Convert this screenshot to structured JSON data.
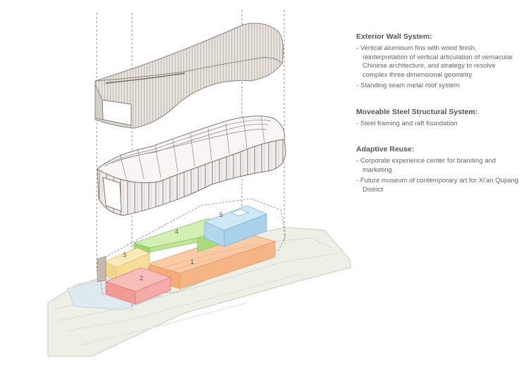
{
  "legend": [
    {
      "title": "Exterior Wall System:",
      "items": [
        "Vertical aluminum fins with wood finish, reinterpretation of vertical articulation of vernacular Chinese architecture, and strategy to resolve complex three dimensional geometry",
        "Standing seam metal roof system"
      ]
    },
    {
      "title": "Moveable Steel Structural System:",
      "items": [
        "Steel framing and raft foundation"
      ]
    },
    {
      "title": "Adaptive Reuse:",
      "items": [
        "Corporate experience center for branding and marketing",
        "Future museum of contemporary art for Xi'an Qujiang District"
      ]
    }
  ],
  "block_labels": {
    "b1": "1",
    "b2": "2",
    "b3": "3",
    "b4": "4",
    "b5": "5"
  },
  "colors": {
    "block_1_orange": "#f7b98c",
    "block_2_red": "#f2a3a0",
    "block_3_yellow": "#f9e3a0",
    "block_4_green": "#c4e6a0",
    "block_5_blue": "#b9dcf0",
    "envelope_shell": "#e6e2de",
    "site_ground": "#eef0e6"
  }
}
